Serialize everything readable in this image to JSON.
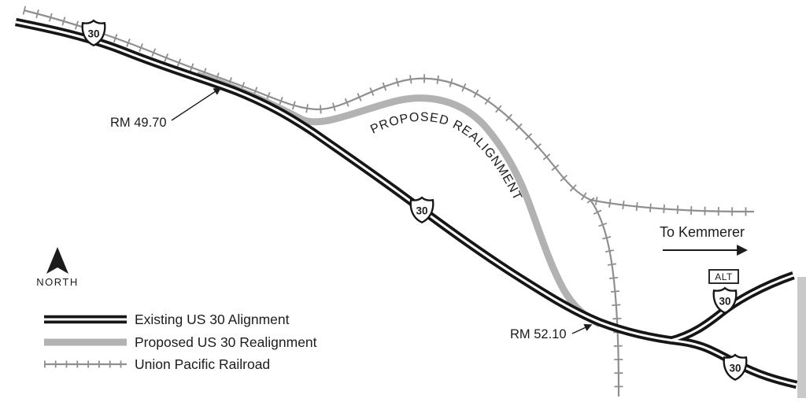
{
  "map": {
    "labels": {
      "rm_49_70": "RM 49.70",
      "rm_52_10": "RM 52.10",
      "proposed_realignment": "PROPOSED REALIGNMENT",
      "to_kemmerer": "To Kemmerer",
      "north": "NORTH"
    },
    "shields": {
      "us_route_number": "30",
      "alt_banner": "ALT"
    },
    "legend": {
      "items": [
        {
          "key": "existing",
          "label": "Existing US 30 Alignment"
        },
        {
          "key": "proposed",
          "label": "Proposed US 30 Realignment"
        },
        {
          "key": "railroad",
          "label": "Union Pacific Railroad"
        }
      ]
    },
    "colors": {
      "road": "#161616",
      "road_core": "#ffffff",
      "proposed": "#b2b2b2",
      "railroad": "#8f8f8f",
      "text": "#1c1c1c",
      "background": "#ffffff",
      "edge_artifact": "#c9c9c9"
    }
  }
}
